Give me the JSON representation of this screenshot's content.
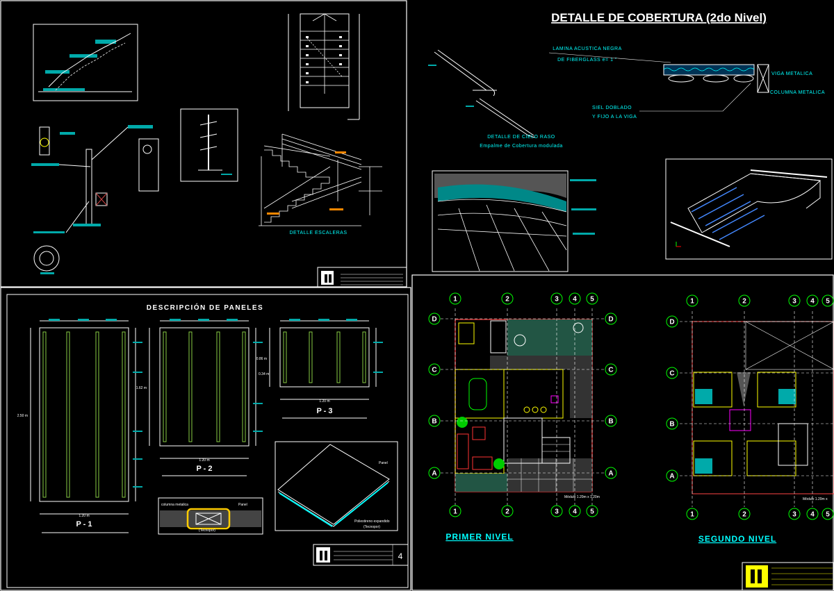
{
  "stairs_sheet": {
    "title": "DETALLE ESCALERAS"
  },
  "roof_sheet": {
    "title": "DETALLE DE COBERTURA (2do Nivel)",
    "note_sheet": "LAMINA ACUSTICA NEGRA",
    "note_fiberglass": "DE FIBERGLASS e= 1 \"",
    "note_beam": "VIGA METALICA",
    "note_column": "COLUMNA METALICA",
    "note_ceiling1": "SIEL DOBLADO",
    "note_ceiling2": "Y FIJO A LA VIGA",
    "caption1": "DETALLE DE CIELO RASO",
    "caption2": "Empalme de Cobertura modulada"
  },
  "panels_sheet": {
    "title": "DESCRIPCIÓN DE PANELES",
    "p1": "P - 1",
    "p2": "P - 2",
    "p3": "P - 3",
    "dim_120": "1.20 m",
    "dim_250": "2.50 m",
    "dim_162": "1.62 m",
    "dim_034": "0.34 m",
    "dim_086": "0.86 m",
    "detail_column": "columna metalica",
    "detail_panel": "Panel",
    "detail_tecnopor": "(Tecnopor)",
    "iso_panel": "Panel",
    "iso_note1": "Poliestireno expandido",
    "iso_note2": "(Tecnopor)",
    "sheet_number": "4"
  },
  "plans_sheet": {
    "first_floor": "PRIMER NIVEL",
    "second_floor": "SEGUNDO NIVEL",
    "module_note": "Módulo 1.20m x 1.20m",
    "module_note_2": "Módulo 1.20m x",
    "grid_columns": [
      "1",
      "2",
      "3",
      "4",
      "5"
    ],
    "grid_rows": [
      "D",
      "C",
      "B",
      "A"
    ]
  },
  "colors": {
    "border": "#ffffff",
    "cyan": "#00ffff",
    "green": "#00ff00",
    "yellow": "#ffff00",
    "magenta": "#ff00ff",
    "red": "#ff0000"
  }
}
